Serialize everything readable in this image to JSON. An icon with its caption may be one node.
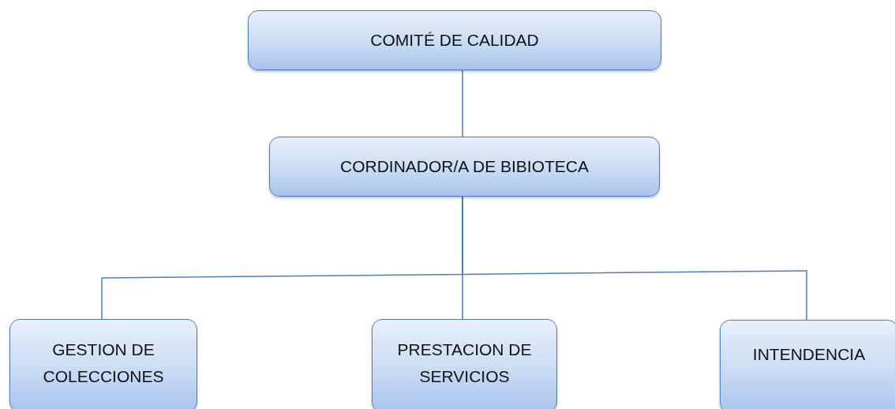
{
  "diagram": {
    "nodes": [
      {
        "text": [
          "COMITÉ DE CALIDAD"
        ]
      },
      {
        "text": [
          "CORDINADOR/A DE BIBIOTECA"
        ]
      },
      {
        "text": [
          "GESTION DE COLECCIONES"
        ]
      },
      {
        "text": [
          "PRESTACION DE SERVICIOS"
        ]
      },
      {
        "text": [
          "INTENDENCIA"
        ]
      }
    ],
    "edges": [
      {
        "from": 0,
        "to": 1,
        "arrow": "none"
      },
      {
        "from": 1,
        "to": 2,
        "arrow": "none"
      },
      {
        "from": 1,
        "to": 3,
        "arrow": "none"
      },
      {
        "from": 1,
        "to": 4,
        "arrow": "none"
      }
    ]
  }
}
